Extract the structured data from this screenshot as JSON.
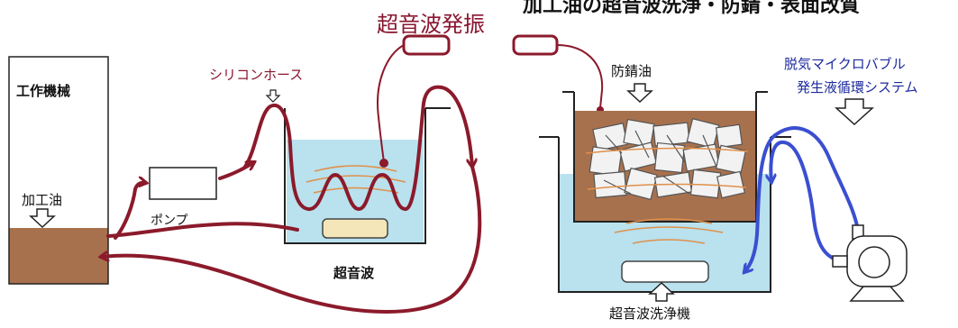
{
  "title_partial": "加工油の超音波洗浄・防錆・表面改質",
  "labels": {
    "ultrasonic_vibration": "超音波発振",
    "machine_tool": "工作機械",
    "processing_oil": "加工油",
    "silicone_hose": "シリコンホース",
    "pump": "ポンプ",
    "ultrasonic": "超音波",
    "rust_oil": "防錆油",
    "microbubble_line1": "脱気マイクロバブル",
    "microbubble_line2": "発生液循環システム",
    "ultrasonic_cleaner": "超音波洗浄機"
  },
  "colors": {
    "hose": "#8b1a2b",
    "circulation": "#3a4fd0",
    "water": "#b9e1ee",
    "oil": "#a8714e",
    "transducer": "#f4e6b8",
    "wave": "#e0904a",
    "label_red": "#8a1530",
    "label_blue": "#1c2a9c"
  }
}
